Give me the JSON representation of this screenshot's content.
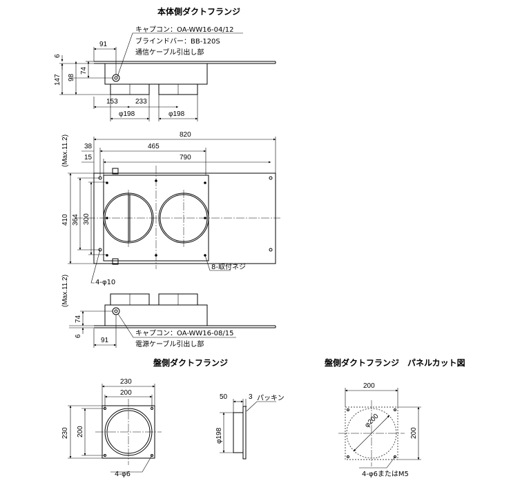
{
  "titles": {
    "main": "本体側ダクトフランジ",
    "panel_side": "盤側ダクトフランジ",
    "panel_cut": "盤側ダクトフランジ　パネルカット図"
  },
  "side_view": {
    "notes": [
      "キャプコン：OA-WW16-04/12",
      "ブラインドバー：BB-120S",
      "通信ケーブル引出し部"
    ],
    "dims": {
      "d91": "91",
      "d6": "6",
      "d147": "147",
      "d98": "98",
      "d74": "74",
      "d153": "153",
      "d233": "233",
      "phi1": "φ198",
      "phi2": "φ198"
    }
  },
  "top_view": {
    "dims": {
      "d820": "820",
      "d465": "465",
      "d38": "38",
      "d15": "15",
      "d790": "790",
      "max_top": "(Max.11.2)",
      "d410": "410",
      "d364": "364",
      "d300": "300",
      "max_bottom": "(Max.11.2)"
    },
    "notes": {
      "screws": "8-取付ネジ",
      "holes": "4-φ10"
    }
  },
  "bottom_view": {
    "dims": {
      "d74": "74",
      "d6": "6",
      "d91": "91"
    },
    "notes": [
      "キャプコン：OA-WW16-08/15",
      "電源ケーブル引出し部"
    ]
  },
  "flange_front": {
    "dims": {
      "d230w": "230",
      "d200w": "200",
      "d230h": "230",
      "d200h": "200"
    },
    "notes": {
      "holes": "4-φ6"
    }
  },
  "flange_side": {
    "dims": {
      "d50": "50",
      "d3": "3",
      "phi": "φ198"
    },
    "notes": {
      "packing": "パッキン"
    }
  },
  "panel_cut": {
    "dims": {
      "d200w": "200",
      "d200h": "200",
      "phi": "φ200"
    },
    "notes": {
      "holes": "4-φ6またはM5"
    }
  }
}
